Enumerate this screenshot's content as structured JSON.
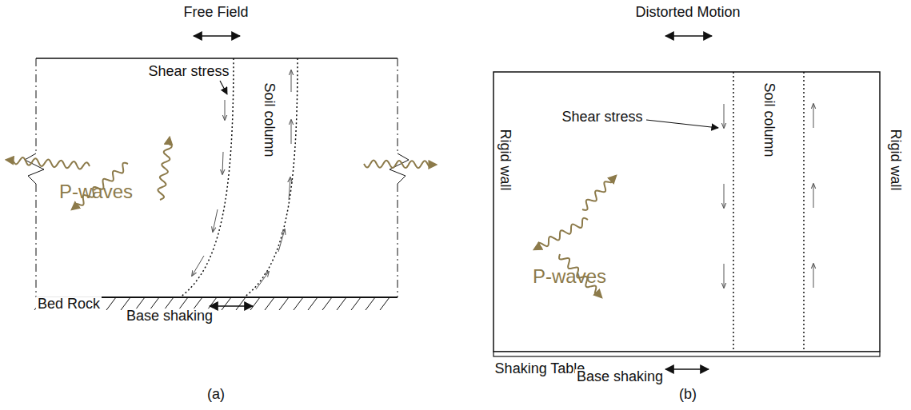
{
  "diagram": {
    "labels": [
      "Free Field",
      "Shear stress",
      "Soil column",
      "P-waves",
      "Bed Rock",
      "Base shaking",
      "(a)",
      "Distorted Motion",
      "Shear stress",
      "Soil column",
      "Rigid wall",
      "Rigid wall",
      "P-waves",
      "Shaking Table",
      "Base shaking",
      "(b)"
    ]
  }
}
